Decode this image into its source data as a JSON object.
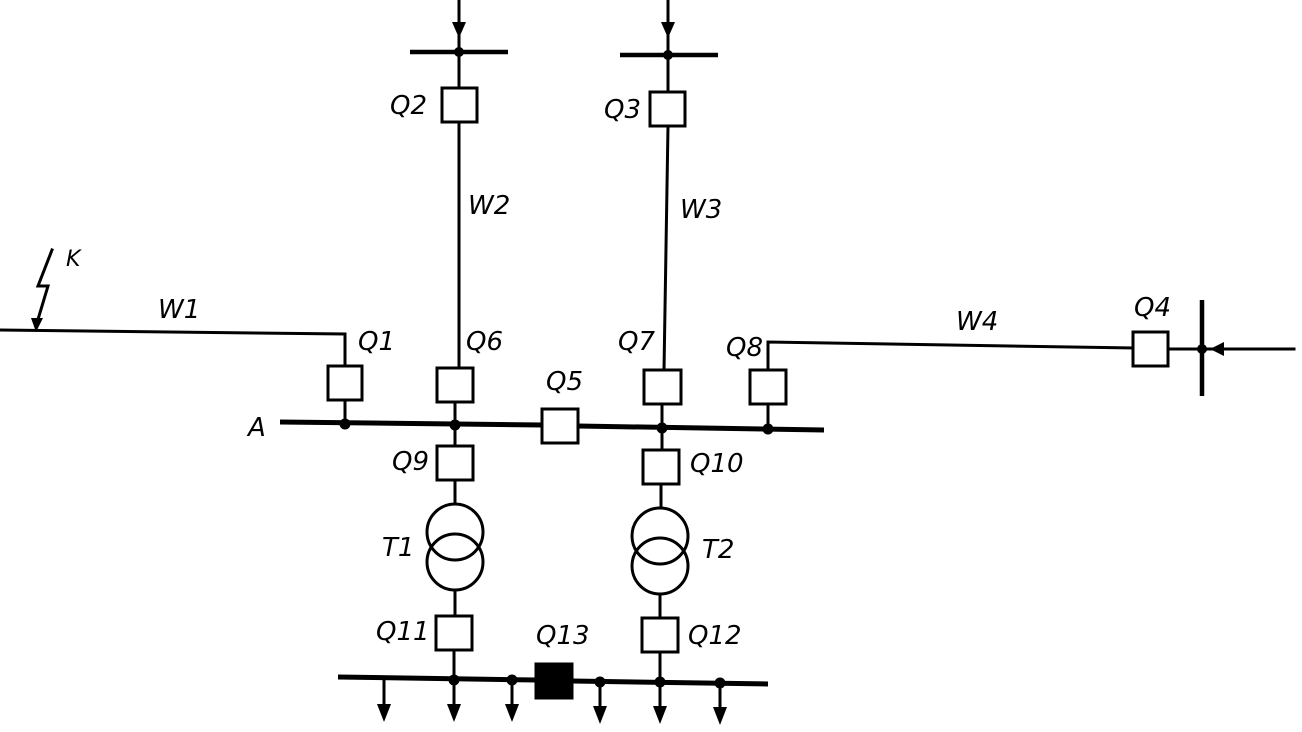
{
  "labels": {
    "fault_point": "K",
    "bus_a": "A",
    "lines": {
      "w1": "W1",
      "w2": "W2",
      "w3": "W3",
      "w4": "W4"
    },
    "transformers": {
      "t1": "T1",
      "t2": "T2"
    },
    "breakers": {
      "q1": "Q1",
      "q2": "Q2",
      "q3": "Q3",
      "q4": "Q4",
      "q5": "Q5",
      "q6": "Q6",
      "q7": "Q7",
      "q8": "Q8",
      "q9": "Q9",
      "q10": "Q10",
      "q11": "Q11",
      "q12": "Q12",
      "q13": "Q13"
    }
  }
}
